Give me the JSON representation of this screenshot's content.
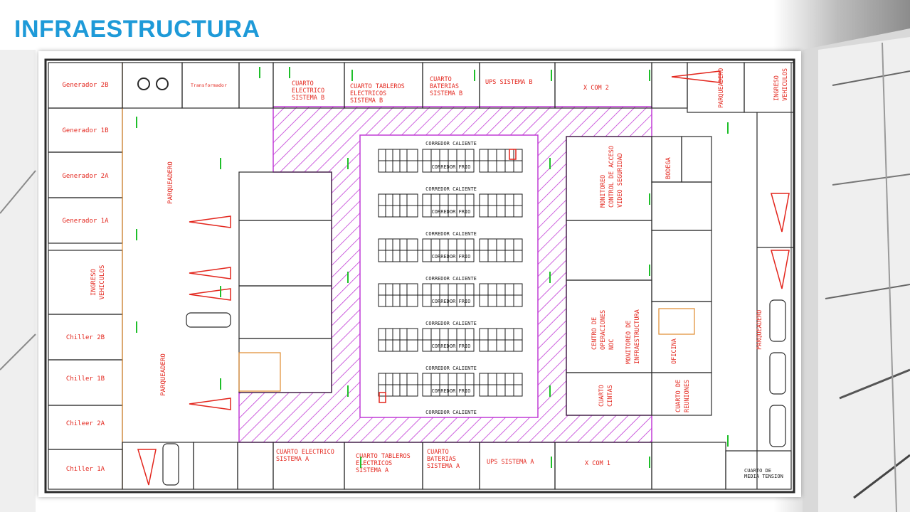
{
  "title": "INFRAESTRUCTURA",
  "colors": {
    "title": "#1e9ad8",
    "wall": "#2a2a2a",
    "label": "#e3261d",
    "hatch": "#c13bd6",
    "tag": "#1fbf2a"
  },
  "plan": {
    "left_wing": {
      "generators": [
        "Generador 2B",
        "Generador 1B",
        "Generador 2A",
        "Generador 1A"
      ],
      "ingreso": [
        "INGRESO",
        "VEHICULOS"
      ],
      "chillers": [
        "Chiller 2B",
        "Chiller 1B",
        "Chileer 2A",
        "Chiller 1A"
      ],
      "parqueadero_top": "PARQUEADERO",
      "parqueadero_bottom": "PARQUEADERO"
    },
    "top_row": {
      "transformador": "Transformador",
      "cuarto_electrico_b": [
        "CUARTO",
        "ELECTRICO",
        "SISTEMA B"
      ],
      "cuarto_tableros_b": [
        "CUARTO TABLEROS",
        "ELECTRICOS",
        "SISTEMA B"
      ],
      "cuarto_baterias_b": [
        "CUARTO",
        "BATERIAS",
        "SISTEMA B"
      ],
      "ups_b": "UPS SISTEMA B",
      "xcom2": "X COM 2"
    },
    "bottom_row": {
      "cuarto_electrico_a": [
        "CUARTO ELECTRICO",
        "SISTEMA A"
      ],
      "cuarto_tableros_a": [
        "CUARTO TABLEROS",
        "ELECTRICOS",
        "SISTEMA A"
      ],
      "cuarto_baterias_a": [
        "CUARTO",
        "BATERIAS",
        "SISTEMA A"
      ],
      "ups_a": "UPS SISTEMA A",
      "xcom1": "X COM 1",
      "media_tension": [
        "CUARTO DE",
        "MEDIA TENSION"
      ]
    },
    "right_wing": {
      "ingreso": [
        "INGRESO",
        "VEHICULOS"
      ],
      "parqueadero_top": "PARQUEADERO",
      "parqueadero_bottom": "PARQUEADERO",
      "monitoreo_acceso": [
        "MONITOREO",
        "CONTROL DE ACCESO",
        "VIDEO SEGURIDAD"
      ],
      "bodega": "BODEGA",
      "centro_operaciones": [
        "CENTRO DE",
        "OPERACIONES",
        "NOC"
      ],
      "monitoreo_infra": [
        "MONITOREO DE",
        "INFRAESTRUCTURA"
      ],
      "oficina": "OFICINA",
      "cuarto_cintas": [
        "CUARTO",
        "CINTAS"
      ],
      "cuarto_reuniones": [
        "CUARTO DE",
        "REUNIONES"
      ]
    },
    "data_hall": {
      "hot_aisle": "CORREDOR CALIENTE",
      "cold_aisle": "CORREDOR FRIO"
    }
  }
}
